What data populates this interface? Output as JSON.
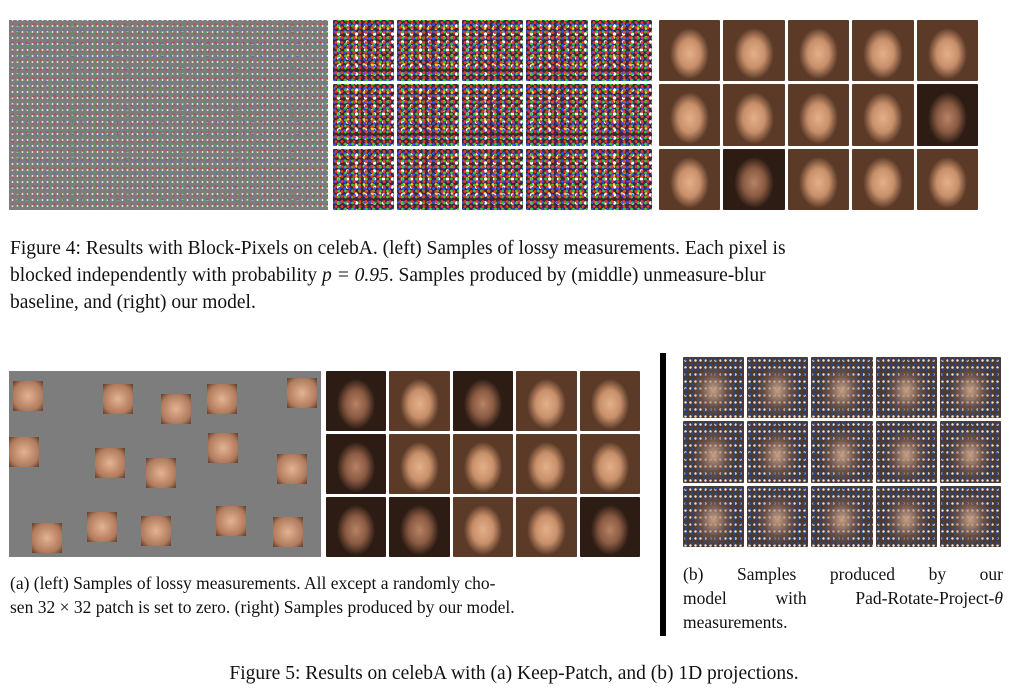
{
  "figure4": {
    "caption_line1": "Figure 4: Results with Block-Pixels on celebA. (left) Samples of lossy measurements. Each pixel is",
    "caption_line2_pre": "blocked independently with probability ",
    "caption_math": "p = 0.95",
    "caption_line2_post": ". Samples produced by (middle) unmeasure-blur",
    "caption_line3": "baseline, and (right) our model."
  },
  "figure5": {
    "caption_a_line1": "(a) (left) Samples of lossy measurements. All except a randomly cho-",
    "caption_a_line2_pre": "sen ",
    "caption_a_math": "32 × 32",
    "caption_a_line2_post": " patch is set to zero. (right) Samples produced by our model.",
    "caption_b_line1": "(b) Samples produced by our",
    "caption_b_line2_pre": "model with Pad-Rotate-Project-",
    "caption_b_math": "θ",
    "caption_b_line3": "measurements.",
    "caption_main": "Figure 5: Results on celebA with (a) Keep-Patch, and (b) 1D projections."
  }
}
